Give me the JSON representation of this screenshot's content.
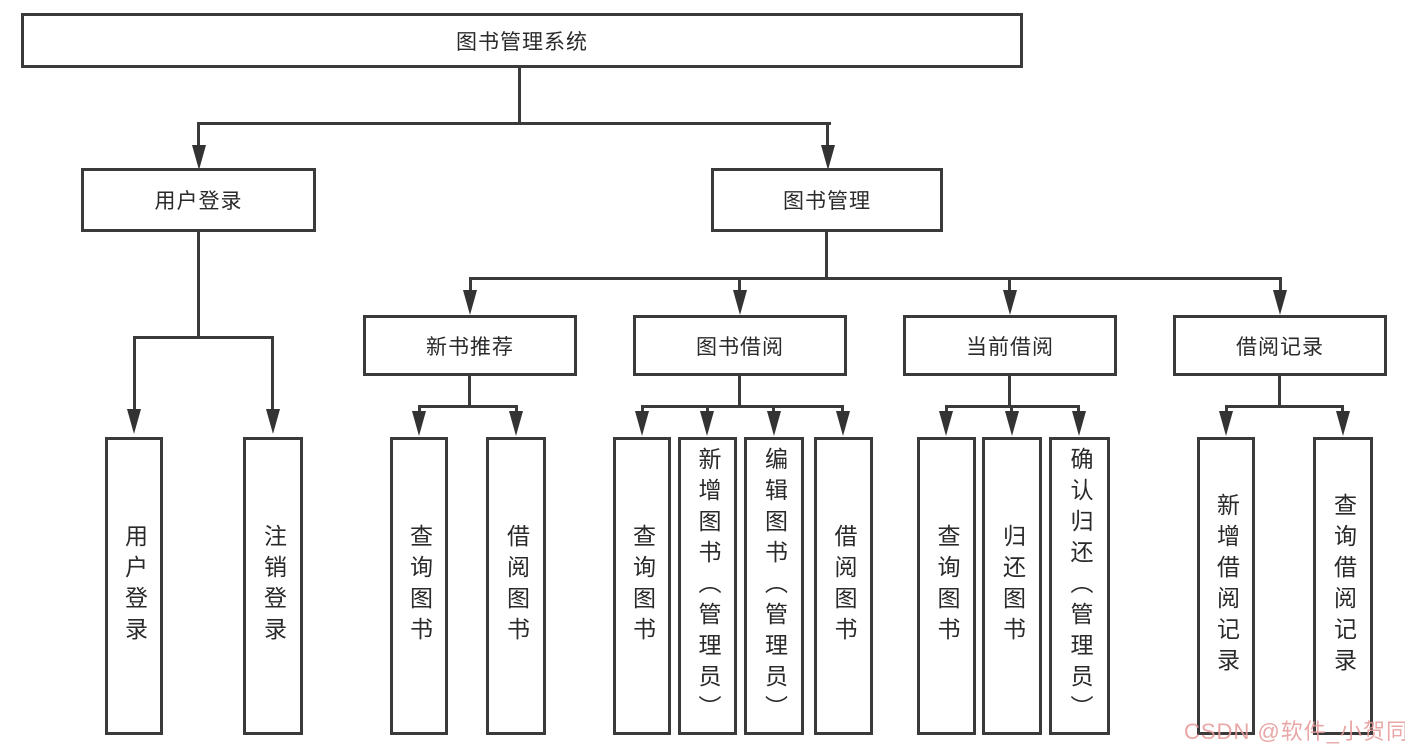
{
  "diagram": {
    "type": "hierarchy-tree",
    "root": {
      "label": "图书管理系统"
    },
    "user_login": {
      "label": "用户登录",
      "children": [
        "用户登录",
        "注销登录"
      ]
    },
    "book_mgmt": {
      "label": "图书管理"
    },
    "new_book_rec": {
      "label": "新书推荐",
      "children": [
        "查询图书",
        "借阅图书"
      ]
    },
    "book_borrow": {
      "label": "图书借阅",
      "children": [
        "查询图书",
        "新增图书（管理员）",
        "编辑图书（管理员）",
        "借阅图书"
      ]
    },
    "current_borrow": {
      "label": "当前借阅",
      "children": [
        "查询图书",
        "归还图书",
        "确认归还（管理员）"
      ]
    },
    "borrow_record": {
      "label": "借阅记录",
      "children": [
        "新增借阅记录",
        "查询借阅记录"
      ]
    },
    "colors": {
      "line": "#3a3a3a",
      "text": "#2a2a2a",
      "background": "#ffffff",
      "watermark": "#e69b9b"
    }
  },
  "watermark": {
    "text": "CSDN @软件_小贺同学"
  }
}
